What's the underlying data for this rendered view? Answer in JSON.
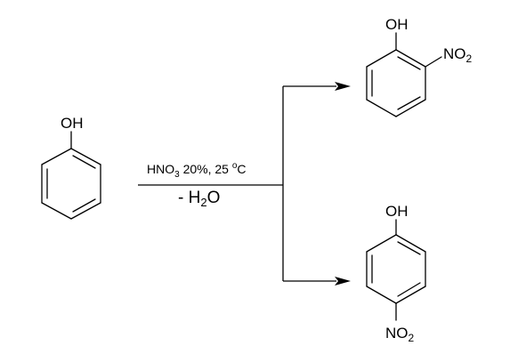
{
  "reactant": {
    "substituent": "OH"
  },
  "conditions": {
    "reagent_main": "HNO",
    "reagent_subscript": "3",
    "reagent_rest": " 20%, 25 ",
    "temp_superscript": "o",
    "temp_unit": "C",
    "byproduct_prefix": "- ",
    "byproduct_main": "H",
    "byproduct_subscript": "2",
    "byproduct_rest": "O"
  },
  "product_ortho": {
    "substituent_1": "OH",
    "substituent_2_main": "NO",
    "substituent_2_subscript": "2"
  },
  "product_para": {
    "substituent_1": "OH",
    "substituent_2_main": "NO",
    "substituent_2_subscript": "2"
  }
}
